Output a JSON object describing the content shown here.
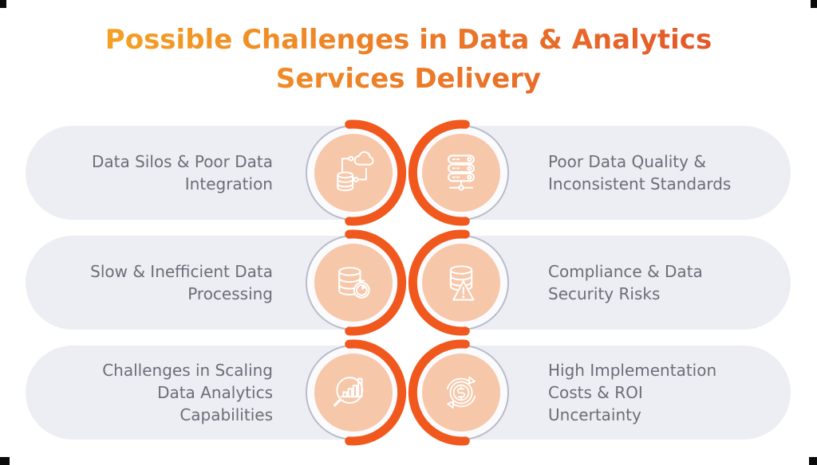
{
  "title": {
    "text": "Possible Challenges in Data & Analytics\nServices Delivery"
  },
  "colors": {
    "title_gradient_start": "#F6A723",
    "title_gradient_end": "#E2512B",
    "pill_background": "#EDEEF4",
    "body_text": "#6B6E78",
    "accent_orange_arc": "#F0581D",
    "icon_circle_fill": "#F7C7A9",
    "circle_ring": "#B8BCCB",
    "icon_stroke": "#FFFFFF",
    "corner_marks": "#0B0B0B"
  },
  "rows": [
    {
      "left": {
        "label": "Data Silos & Poor Data\nIntegration",
        "icon": "database-cloud-sync-icon"
      },
      "right": {
        "label": "Poor Data Quality &\nInconsistent Standards",
        "icon": "server-stack-icon"
      }
    },
    {
      "left": {
        "label": "Slow & Inefficient Data\nProcessing",
        "icon": "database-stopwatch-icon"
      },
      "right": {
        "label": "Compliance & Data\nSecurity Risks",
        "icon": "database-warning-icon"
      }
    },
    {
      "left": {
        "label": "Challenges in Scaling\nData Analytics\nCapabilities",
        "icon": "magnifier-bar-chart-icon"
      },
      "right": {
        "label": "High Implementation\nCosts & ROI\nUncertainty",
        "icon": "dollar-cycle-icon"
      }
    }
  ]
}
